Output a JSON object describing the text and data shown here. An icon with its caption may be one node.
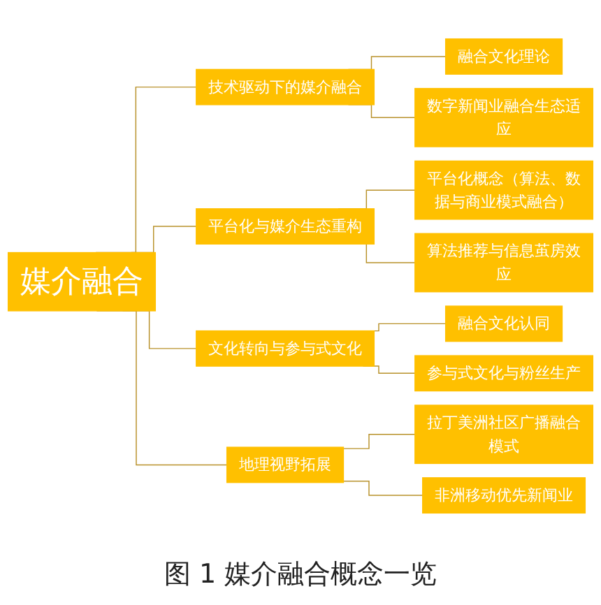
{
  "diagram": {
    "caption": "图 1 媒介融合概念一览",
    "nodes": [
      {
        "text": [
          "媒介融合"
        ]
      },
      {
        "text": [
          "技术驱动下的媒介融合"
        ]
      },
      {
        "text": [
          "融合文化理论"
        ]
      },
      {
        "text": [
          "数字新闻业融合生态适应"
        ]
      },
      {
        "text": [
          "平台化与媒介生态重构"
        ]
      },
      {
        "text": [
          "平台化概念（算法、数据与商业模式融合）"
        ]
      },
      {
        "text": [
          "算法推荐与信息茧房效应"
        ]
      },
      {
        "text": [
          "文化转向与参与式文化"
        ]
      },
      {
        "text": [
          "融合文化认同"
        ]
      },
      {
        "text": [
          "参与式文化与粉丝生产"
        ]
      },
      {
        "text": [
          "地理视野拓展"
        ]
      },
      {
        "text": [
          "拉丁美洲社区广播融合模式"
        ]
      },
      {
        "text": [
          "非洲移动优先新闻业"
        ]
      }
    ],
    "edges": [
      {
        "from": 0,
        "to": 1,
        "arrow": "none"
      },
      {
        "from": 0,
        "to": 4,
        "arrow": "none"
      },
      {
        "from": 0,
        "to": 7,
        "arrow": "none"
      },
      {
        "from": 0,
        "to": 10,
        "arrow": "none"
      },
      {
        "from": 1,
        "to": 2,
        "arrow": "none"
      },
      {
        "from": 1,
        "to": 3,
        "arrow": "none"
      },
      {
        "from": 4,
        "to": 5,
        "arrow": "none"
      },
      {
        "from": 4,
        "to": 6,
        "arrow": "none"
      },
      {
        "from": 7,
        "to": 8,
        "arrow": "none"
      },
      {
        "from": 7,
        "to": 9,
        "arrow": "none"
      },
      {
        "from": 10,
        "to": 11,
        "arrow": "none"
      },
      {
        "from": 10,
        "to": 12,
        "arrow": "none"
      }
    ]
  }
}
